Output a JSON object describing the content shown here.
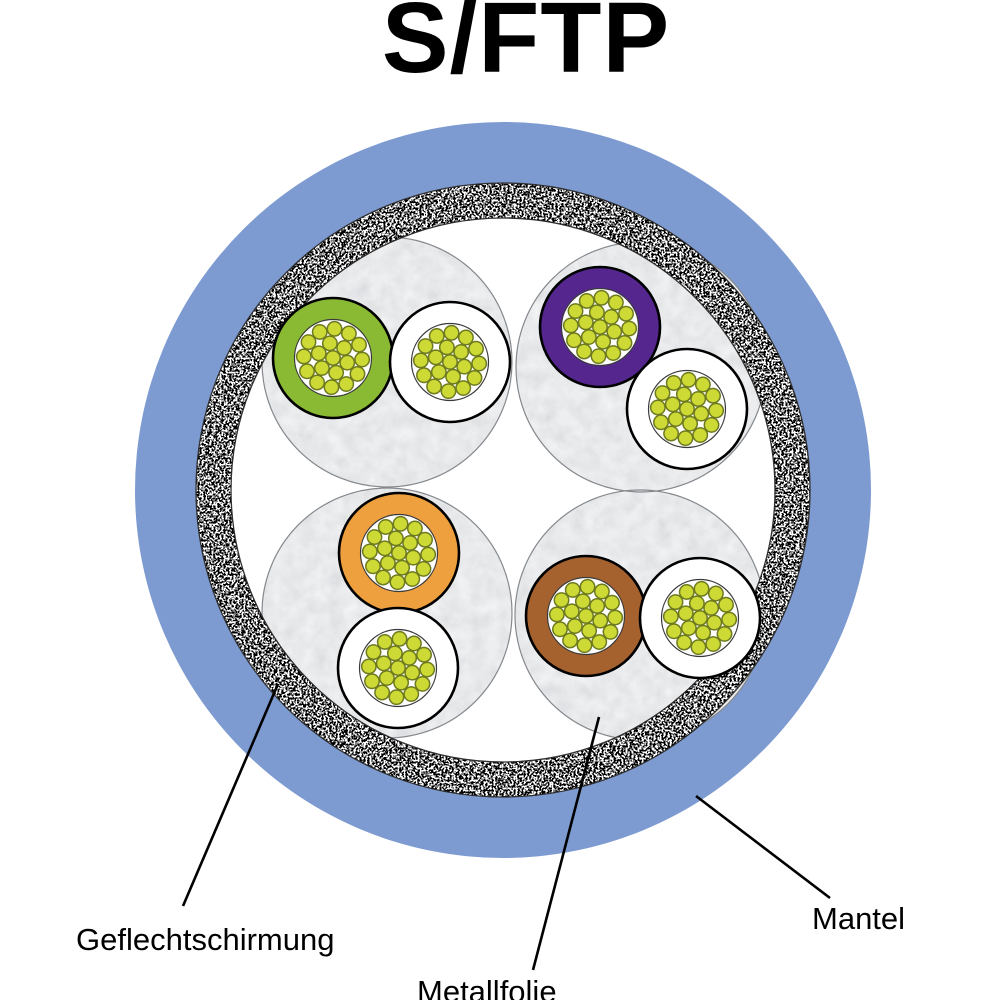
{
  "title": "S/FTP",
  "labels": {
    "braid": "Geflechtschirmung",
    "foil": "Metallfolie",
    "jacket": "Mantel"
  },
  "colors": {
    "background": "#ffffff",
    "jacket": "#7d9bd1",
    "braid_speckle_dark": "#000000",
    "braid_speckle_light": "#ffffff",
    "foil_gray": "#d6d9dc",
    "wire_green": "#8aba33",
    "wire_violet": "#55278e",
    "wire_orange": "#eea03e",
    "wire_brown": "#a5622f",
    "wire_white": "#ffffff",
    "strand": "#cdd935",
    "strand_outline": "#6e7a1e",
    "outline": "#000000",
    "leader_line": "#000000",
    "text": "#000000"
  },
  "diagram": {
    "type": "cable-cross-section",
    "cable_type": "S/FTP",
    "pairs": [
      {
        "position": "top-left",
        "colored_wire": "wire_green",
        "plain_wire": "wire_white"
      },
      {
        "position": "top-right",
        "colored_wire": "wire_violet",
        "plain_wire": "wire_white"
      },
      {
        "position": "bottom-left",
        "colored_wire": "wire_orange",
        "plain_wire": "wire_white"
      },
      {
        "position": "bottom-right",
        "colored_wire": "wire_brown",
        "plain_wire": "wire_white"
      }
    ]
  }
}
